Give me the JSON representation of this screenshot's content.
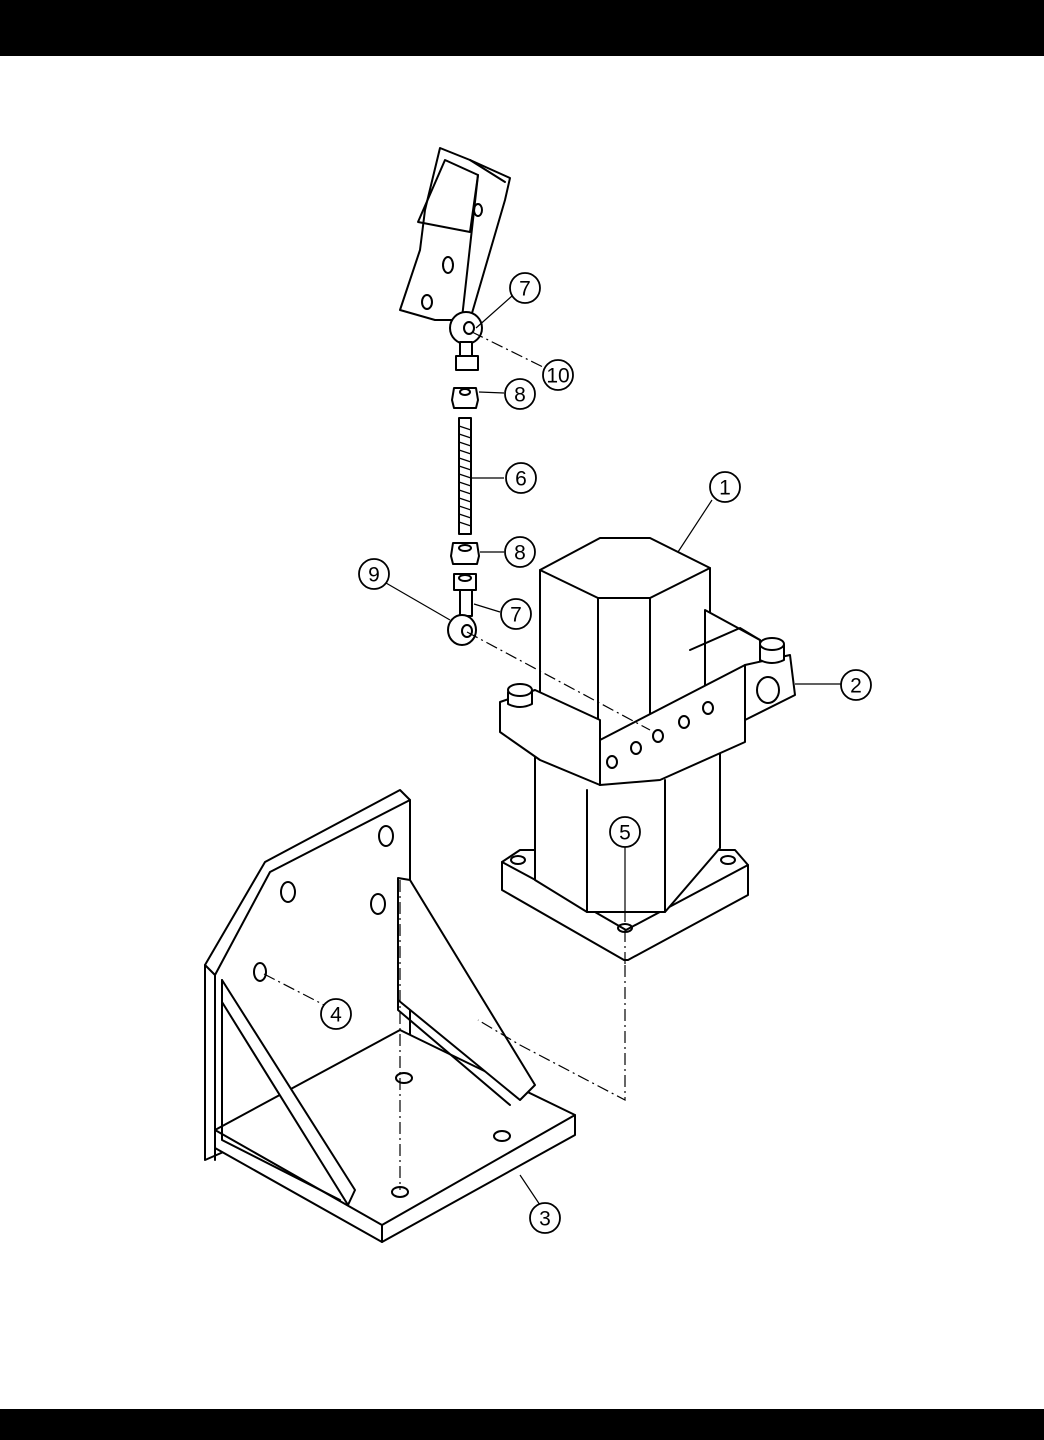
{
  "colors": {
    "background": "#ffffff",
    "frame_bars": "#000000",
    "line": "#000000"
  },
  "callouts": [
    {
      "id": "c1",
      "label": "1"
    },
    {
      "id": "c2",
      "label": "2"
    },
    {
      "id": "c3",
      "label": "3"
    },
    {
      "id": "c4",
      "label": "4"
    },
    {
      "id": "c5",
      "label": "5"
    },
    {
      "id": "c6",
      "label": "6"
    },
    {
      "id": "c7a",
      "label": "7"
    },
    {
      "id": "c7b",
      "label": "7"
    },
    {
      "id": "c8a",
      "label": "8"
    },
    {
      "id": "c8b",
      "label": "8"
    },
    {
      "id": "c9",
      "label": "9"
    },
    {
      "id": "c10",
      "label": "10"
    }
  ]
}
